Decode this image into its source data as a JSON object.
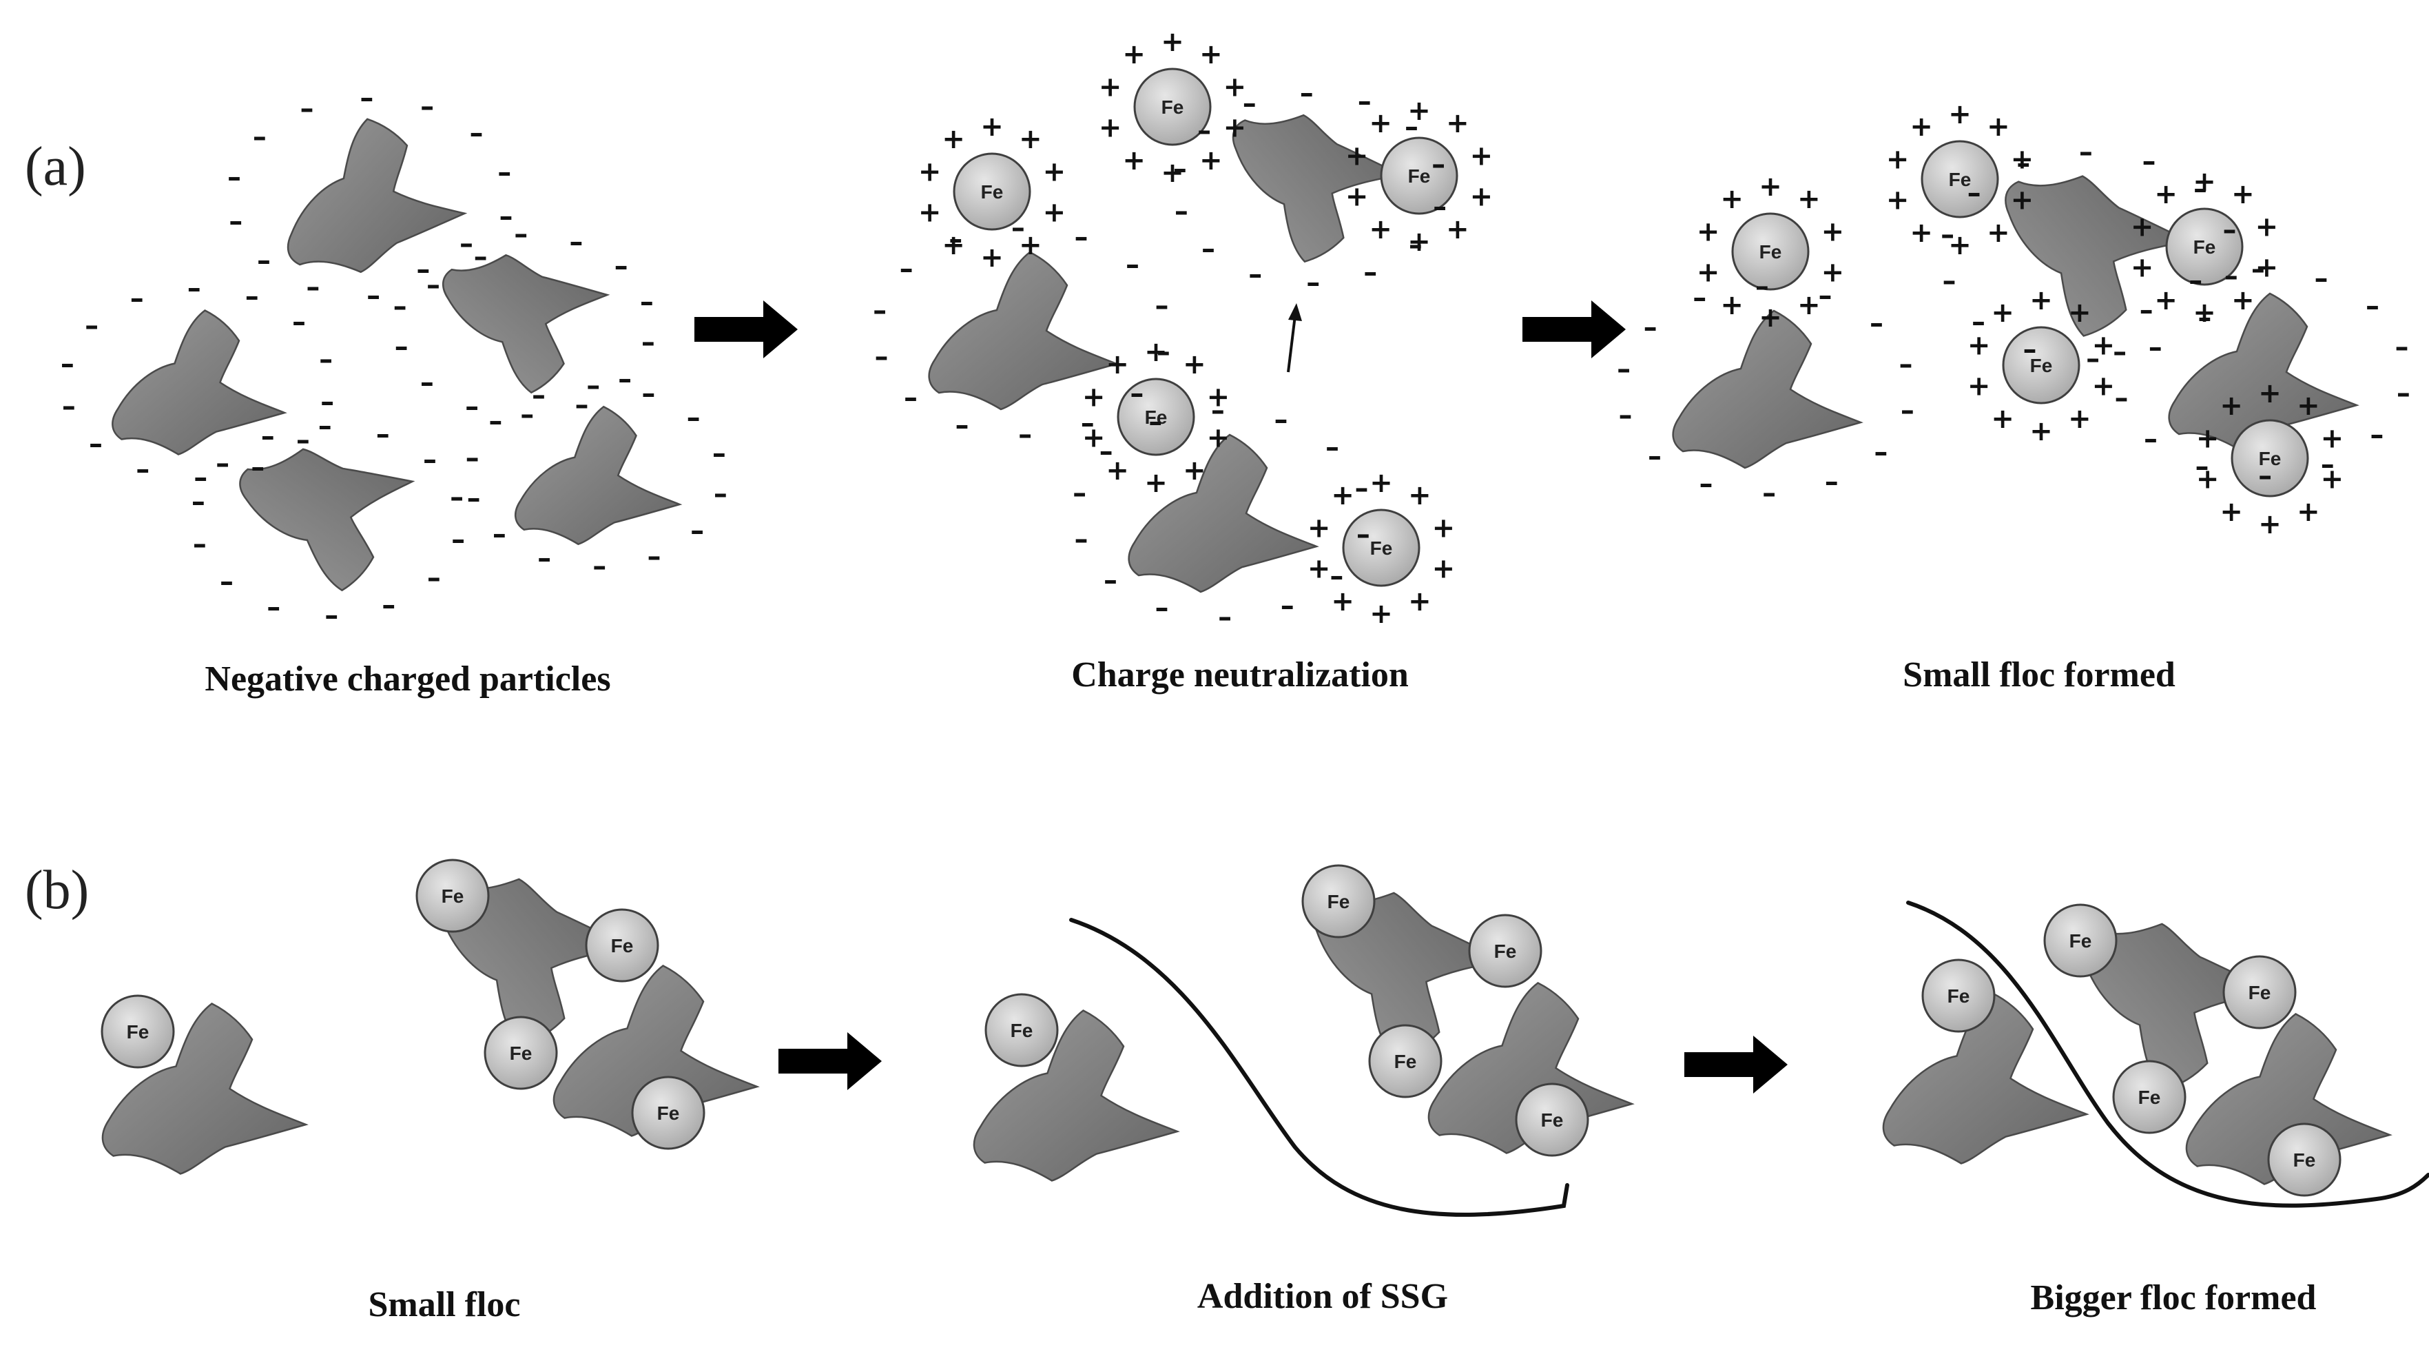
{
  "panels": [
    {
      "label": "(a)",
      "captions": [
        "Negative charged particles",
        "Charge neutralization",
        "Small floc formed"
      ]
    },
    {
      "label": "(b)",
      "captions": [
        "Small floc",
        "Addition of SSG",
        "Bigger floc formed"
      ]
    }
  ],
  "ion_label": "Fe",
  "charge_symbols": {
    "negative": "–",
    "positive": "+"
  },
  "icons": {
    "transition_arrow": "right-arrow-icon",
    "particle": "particle-icon",
    "ion": "fe-ion-icon",
    "polymer": "ssg-polymer-chain"
  },
  "colors": {
    "particle_fill": "#7d7d7d",
    "particle_stroke": "#4a4a4a",
    "ion_fill": "#c6c6c6",
    "ion_stroke": "#3f3f3f",
    "arrow": "#000000",
    "text": "#111111"
  }
}
